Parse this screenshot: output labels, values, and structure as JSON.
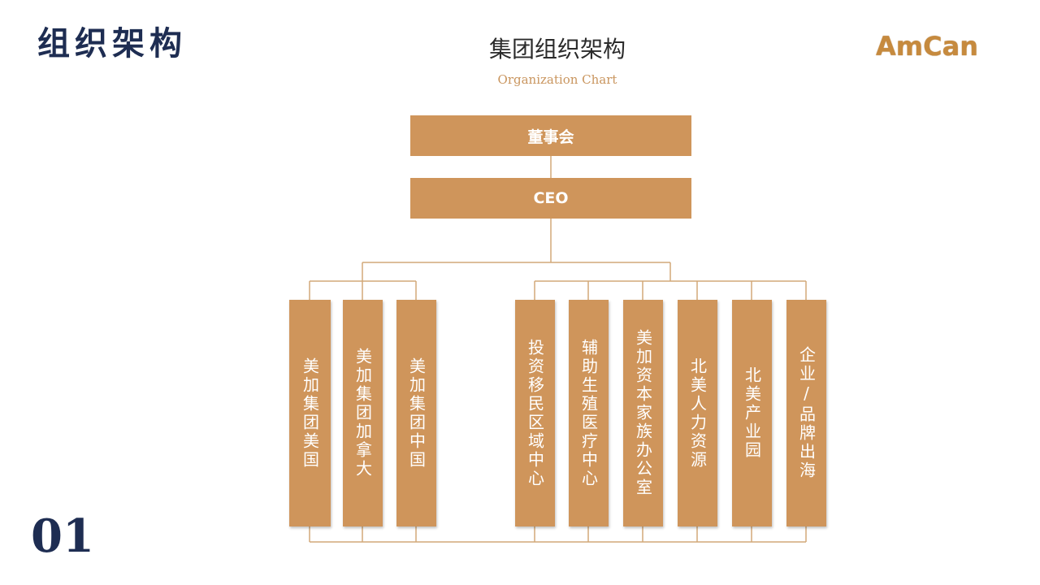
{
  "page": {
    "heading": "组织架构",
    "chart_title": "集团组织架构",
    "chart_subtitle": "Organization Chart",
    "logo_text": "AmCan",
    "page_number": "01"
  },
  "org": {
    "board": "董事会",
    "ceo": "CEO",
    "left_group": [
      "美加集团美国",
      "美加集团加拿大",
      "美加集团中国"
    ],
    "right_group": [
      "投资移民区域中心",
      "辅助生殖医疗中心",
      "美加资本家族办公室",
      "北美人力资源",
      "北美产业园",
      "企业/品牌出海"
    ]
  },
  "colors": {
    "box": "#cf955b",
    "line": "#d2a878",
    "heading": "#1e2d52",
    "subtitle": "#c9955e"
  }
}
